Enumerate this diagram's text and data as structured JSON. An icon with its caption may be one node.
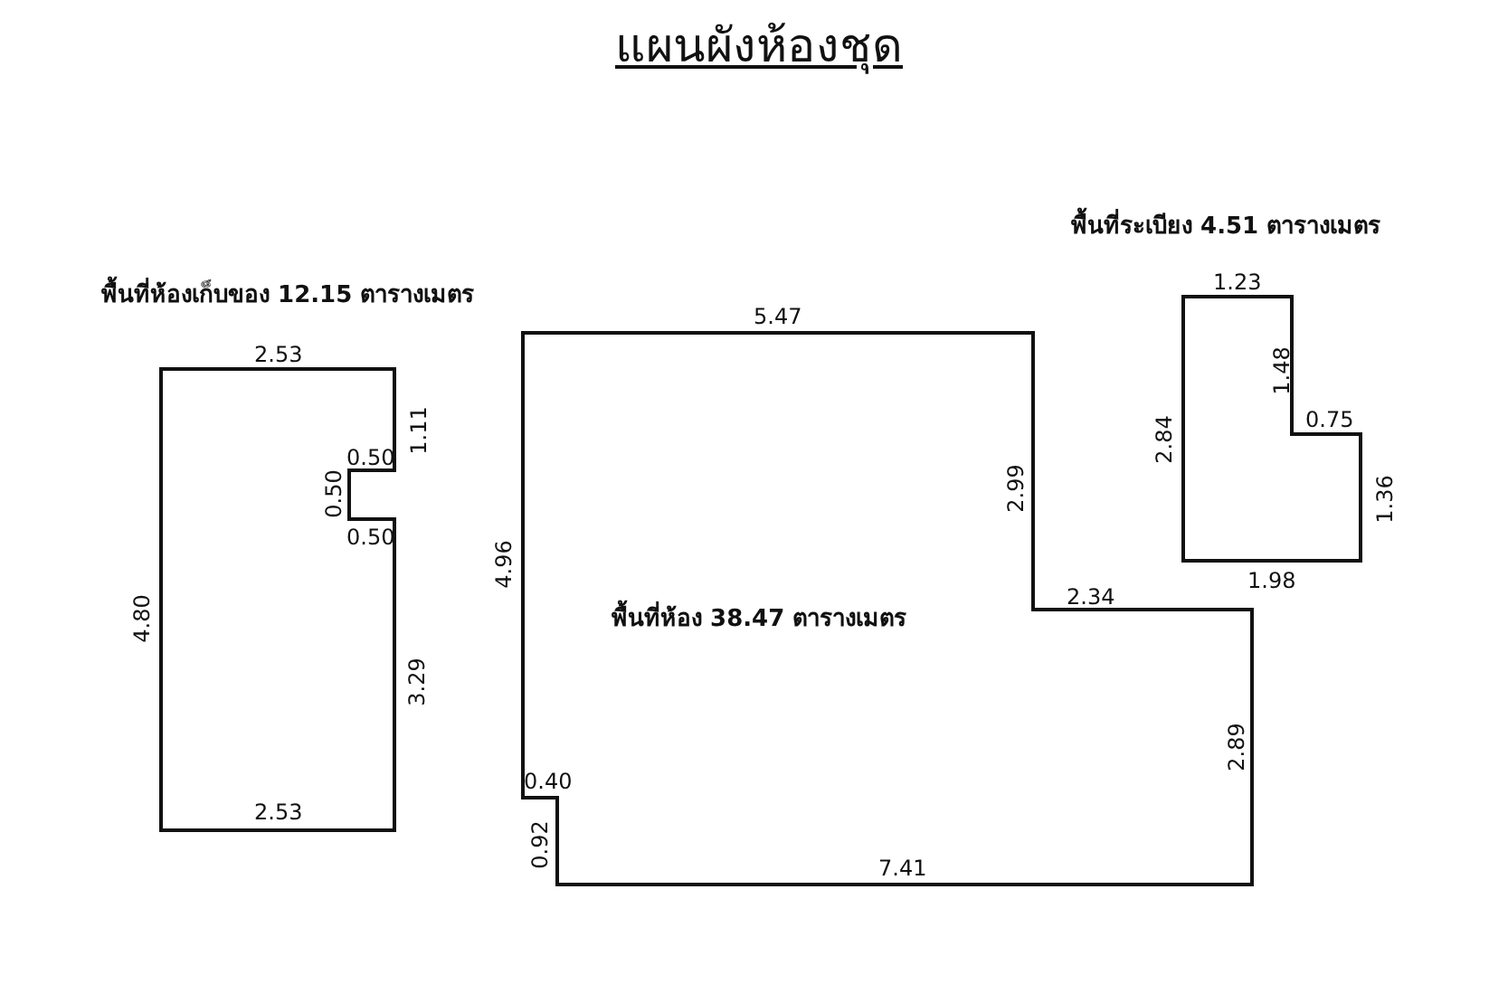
{
  "diagram": {
    "title": "แผนผังห้องชุด",
    "nodes": [
      {
        "text": [
          "พื้นที่ห้องเก็บของ 12.15 ตารางเมตร"
        ]
      },
      {
        "text": [
          "พื้นที่ห้อง 38.47 ตารางเมตร"
        ]
      },
      {
        "text": [
          "พื้นที่ระเบียง 4.51 ตารางเมตร"
        ]
      }
    ],
    "labels": [
      "2.53",
      "1.11",
      "0.50",
      "0.50",
      "0.50",
      "4.80",
      "3.29",
      "2.53",
      "5.47",
      "2.99",
      "4.96",
      "2.34",
      "2.89",
      "0.40",
      "0.92",
      "7.41",
      "1.23",
      "1.48",
      "0.75",
      "2.84",
      "1.36",
      "1.98"
    ]
  }
}
